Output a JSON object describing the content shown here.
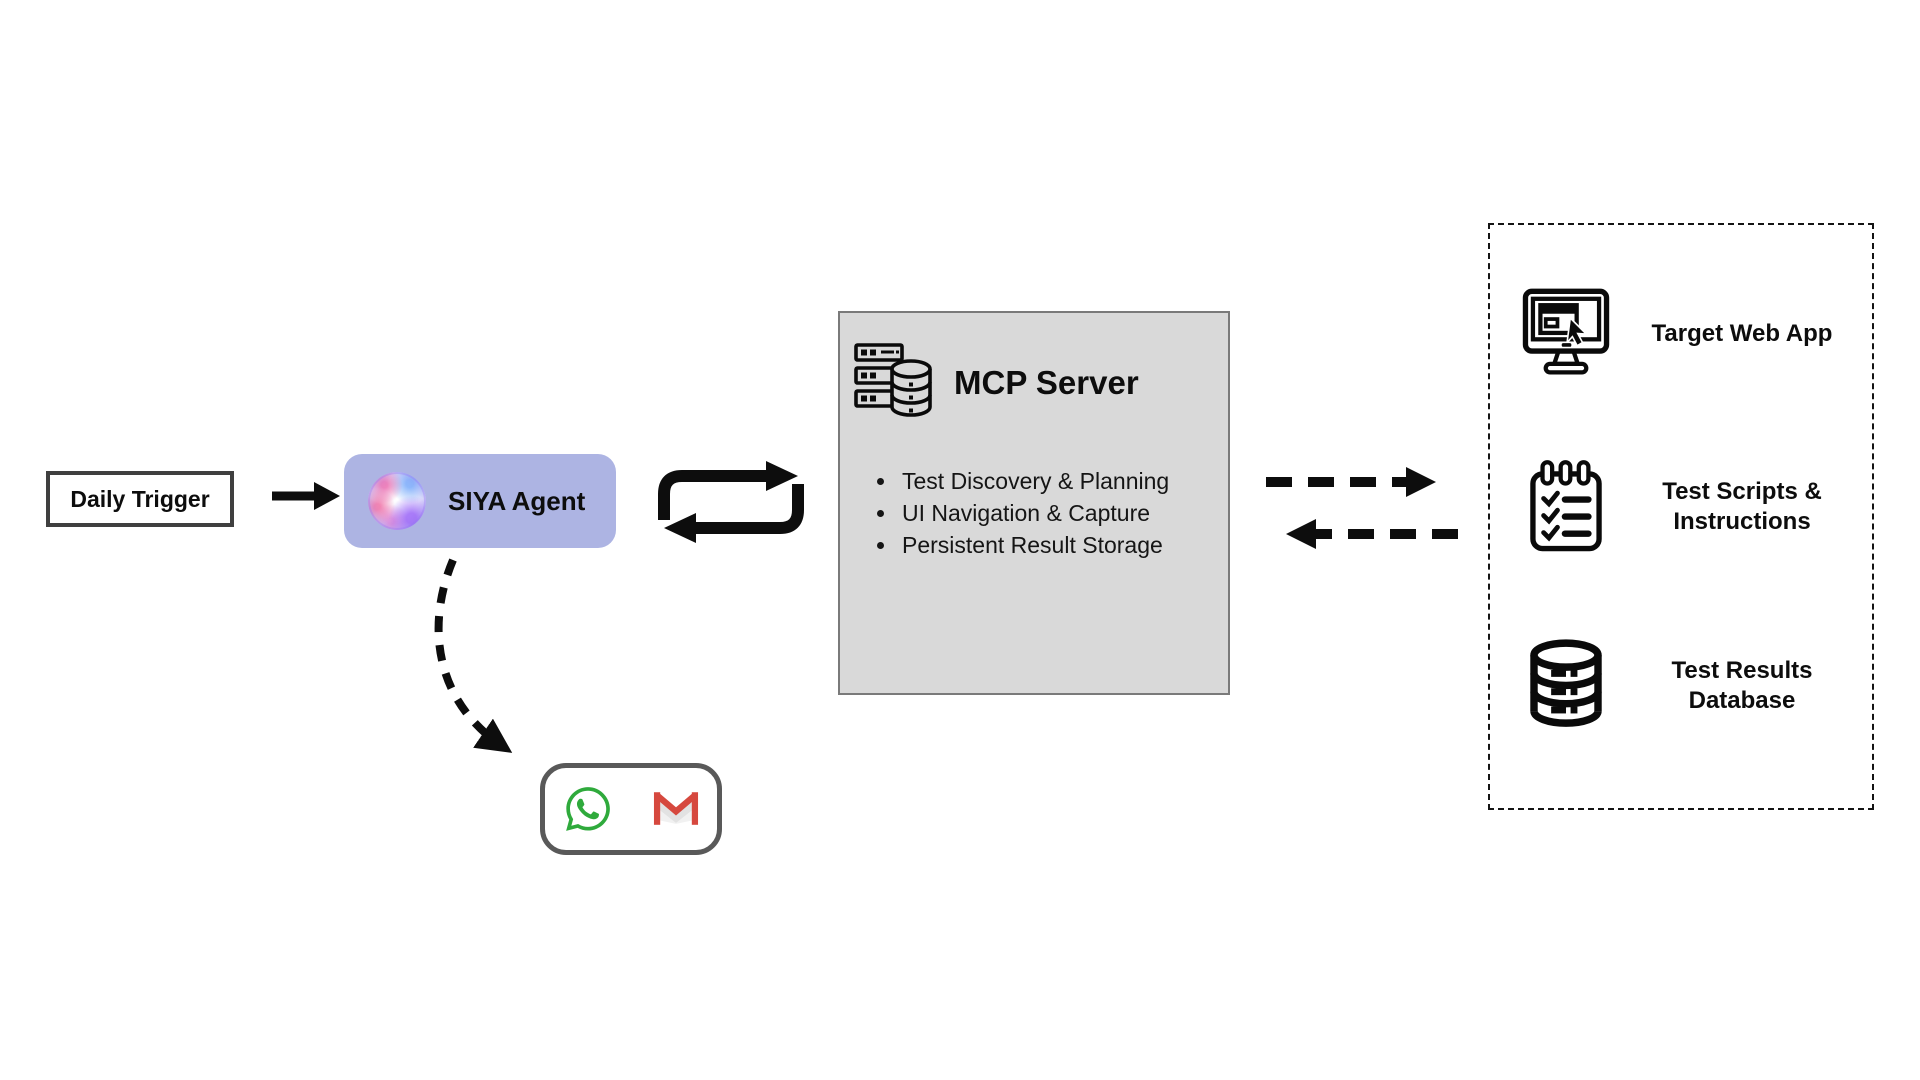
{
  "diagram": {
    "trigger": {
      "label": "Daily Trigger"
    },
    "agent": {
      "label": "SIYA Agent",
      "logo": "siya-orb-icon",
      "fill_color": "#adb4e3"
    },
    "mcp": {
      "title": "MCP Server",
      "icon": "server-database-icon",
      "bullets": [
        "Test Discovery & Planning",
        "UI Navigation & Capture",
        "Persistent Result Storage"
      ],
      "fill_color": "#d9d9d9",
      "border_color": "#7a7a7a"
    },
    "resources": {
      "items": [
        {
          "icon": "monitor-cursor-icon",
          "label": "Target Web App"
        },
        {
          "icon": "checklist-notepad-icon",
          "label": "Test Scripts & Instructions"
        },
        {
          "icon": "database-icon",
          "label": "Test Results Database"
        }
      ]
    },
    "channels": {
      "icons": [
        {
          "name": "whatsapp-icon",
          "color": "#2faa3c"
        },
        {
          "name": "gmail-icon",
          "color": "#d6483e"
        }
      ]
    },
    "connectors": {
      "trigger_to_agent": "solid-arrow-right",
      "agent_mcp": "cycle-arrows",
      "mcp_resources": "dashed-arrows-bidirectional",
      "agent_to_channels": "dashed-curved-arrow"
    },
    "arrow_color": "#0d0d0d"
  }
}
